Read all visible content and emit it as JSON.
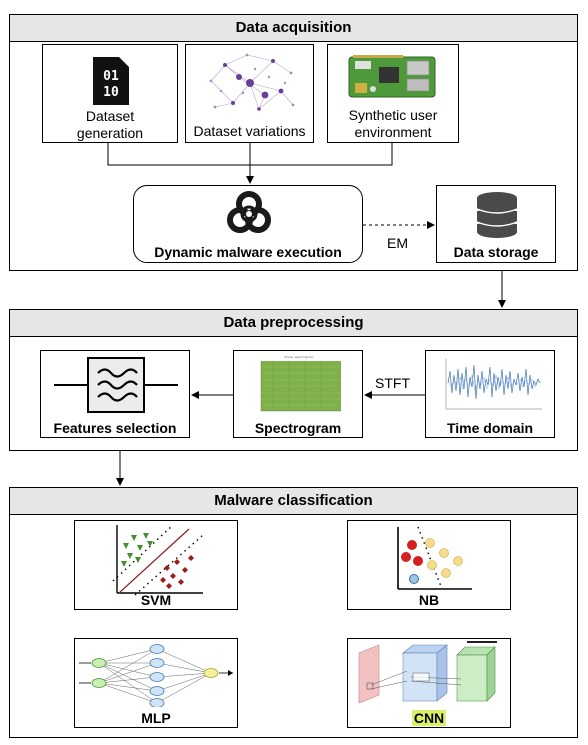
{
  "sections": {
    "acquisition": {
      "title": "Data acquisition",
      "dataset_generation": "Dataset generation",
      "dataset_variations": "Dataset variations",
      "synthetic_env": "Synthetic user environment",
      "dynamic_execution": "Dynamic malware execution",
      "data_storage": "Data storage",
      "em_label": "EM"
    },
    "preprocessing": {
      "title": "Data preprocessing",
      "features_selection": "Features selection",
      "spectrogram": "Spectrogram",
      "time_domain": "Time domain",
      "stft_label": "STFT"
    },
    "classification": {
      "title": "Malware classification",
      "svm": "SVM",
      "nb": "NB",
      "mlp": "MLP",
      "cnn": "CNN"
    }
  },
  "icons": {
    "binary_file": "file-binary-icon",
    "network_graph": "network-graph-icon",
    "circuit_board": "circuit-board-icon",
    "biohazard": "biohazard-icon",
    "database": "database-icon",
    "filter": "filter-icon"
  },
  "colors": {
    "section_header": "#e6e6e6",
    "cnn_highlight": "#d9f06a"
  }
}
